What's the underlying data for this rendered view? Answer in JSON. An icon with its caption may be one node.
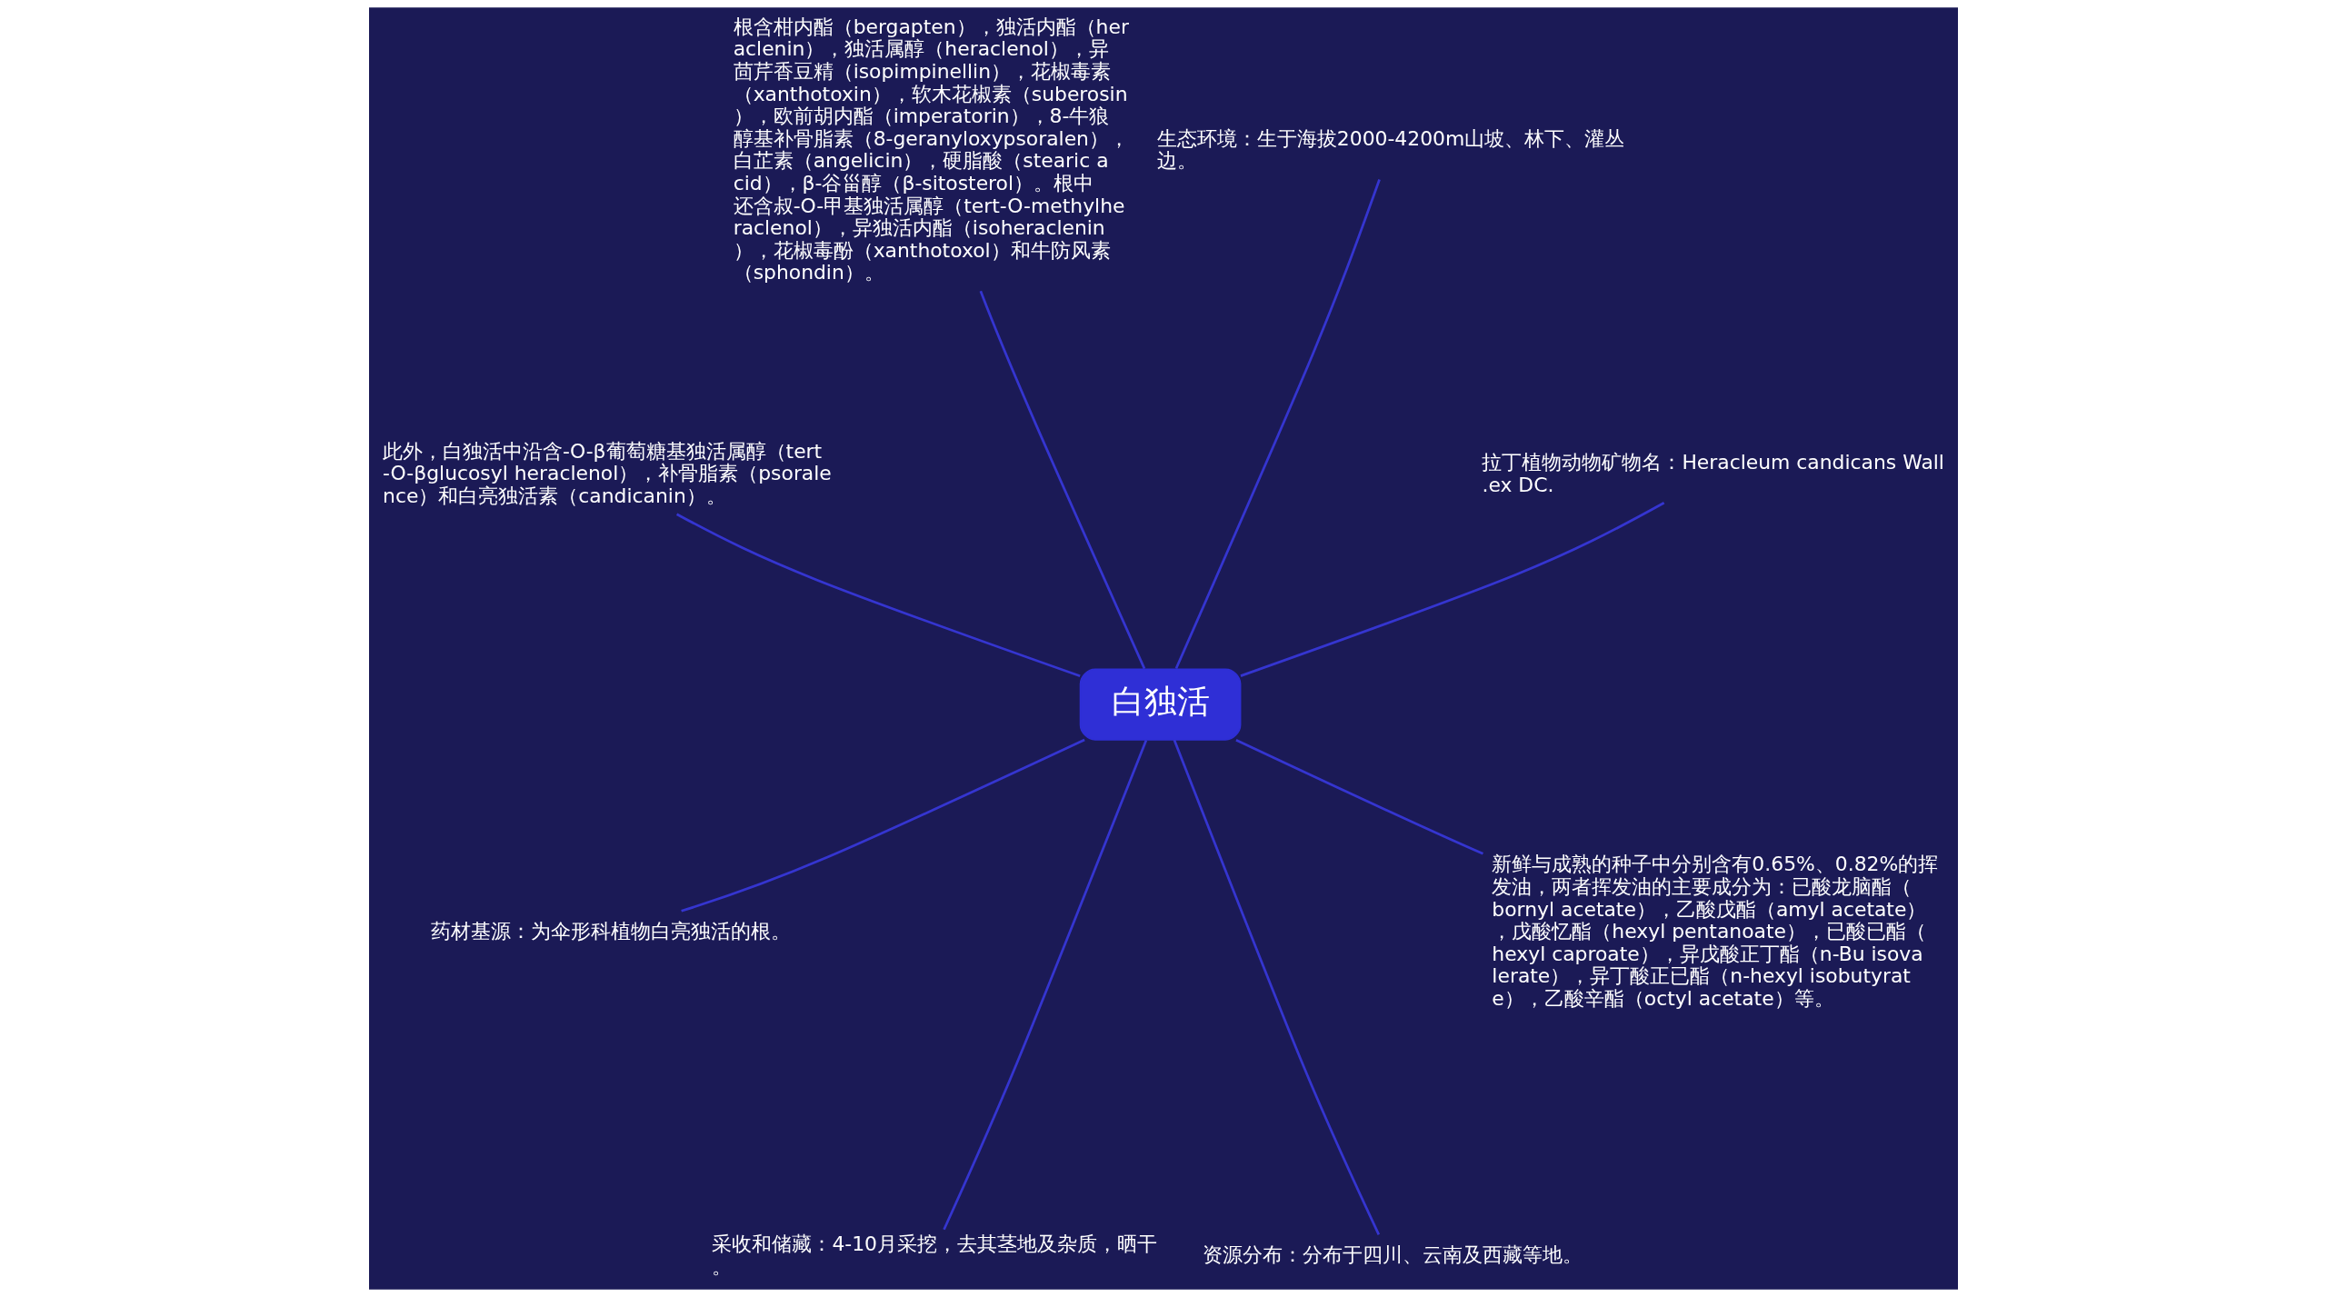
{
  "diagram": {
    "nodes": [
      {
        "text": [
          "白独活"
        ]
      },
      {
        "text": [
          "拉丁植物动物矿物名：Heracleum candicans Wall.ex DC."
        ]
      },
      {
        "text": [
          "生态环境：生于海拔2000-4200m山坡、林下、灌丛边。"
        ]
      },
      {
        "text": [
          "根含柑内酯（bergapten），独活内酯（heraclenin），独活属醇（heraclenol），异茴芹香豆精（isopimpinellin），花椒毒素（xanthotoxin），软木花椒素（suberosin），欧前胡内酯（imperatorin），8-牛狼醇基补骨脂素（8-geranyloxypsoralen），白芷素（angelicin），硬脂酸（stearic acid），β-谷甾醇（β-sitosterol）。根中还含叔-O-甲基独活属醇（tert-O-methylheraclenol），异独活内酯（isoheraclenin），花椒毒酚（xanthotoxol）和牛防风素（sphondin）。"
        ]
      },
      {
        "text": [
          "此外，白独活中沿含-O-β葡萄糖基独活属醇（tert-O-βglucosyl heraclenol），补骨脂素（psoralence）和白亮独活素（candicanin）。"
        ]
      },
      {
        "text": [
          "药材基源：为伞形科植物白亮独活的根。"
        ]
      },
      {
        "text": [
          "采收和储藏：4-10月采挖，去其茎地及杂质，晒干。"
        ]
      },
      {
        "text": [
          "资源分布：分布于四川、云南及西藏等地。"
        ]
      },
      {
        "text": [
          "新鲜与成熟的种子中分别含有0.65%、0.82%的挥发油，两者挥发油的主要成分为：已酸龙脑酯（bornyl acetate），乙酸戊酯（amyl acetate），戊酸忆酯（hexyl pentanoate），已酸已酯（hexyl caproate），异戊酸正丁酯（n-Bu isovalerate），异丁酸正已酯（n-hexyl isobutyrate），乙酸辛酯（octyl acetate）等。"
        ]
      }
    ],
    "edges": [
      {
        "from": 0,
        "to": 1,
        "arrow": "none"
      },
      {
        "from": 0,
        "to": 2,
        "arrow": "none"
      },
      {
        "from": 0,
        "to": 3,
        "arrow": "none"
      },
      {
        "from": 0,
        "to": 4,
        "arrow": "none"
      },
      {
        "from": 0,
        "to": 5,
        "arrow": "none"
      },
      {
        "from": 0,
        "to": 6,
        "arrow": "none"
      },
      {
        "from": 0,
        "to": 7,
        "arrow": "none"
      },
      {
        "from": 0,
        "to": 8,
        "arrow": "none"
      }
    ]
  }
}
